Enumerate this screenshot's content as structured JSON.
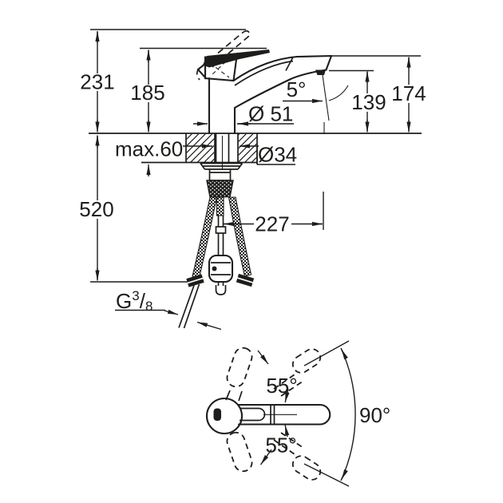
{
  "colors": {
    "line": "#1d1d1b",
    "background": "#ffffff"
  },
  "side_view": {
    "overall_height": "231",
    "body_height": "185",
    "under_counter_depth": "520",
    "max_counter_thickness": "max.60",
    "base_diameter": "Ø 51",
    "hole_diameter": "Ø34",
    "outlet_angle": "5°",
    "outlet_height": "139",
    "spout_height": "174",
    "projection": "227",
    "thread": {
      "g": "G",
      "num": "3",
      "slash": "/",
      "den": "8"
    }
  },
  "top_view": {
    "swivel_upper": "55°",
    "swivel_lower": "55°",
    "total_swivel": "90°"
  }
}
